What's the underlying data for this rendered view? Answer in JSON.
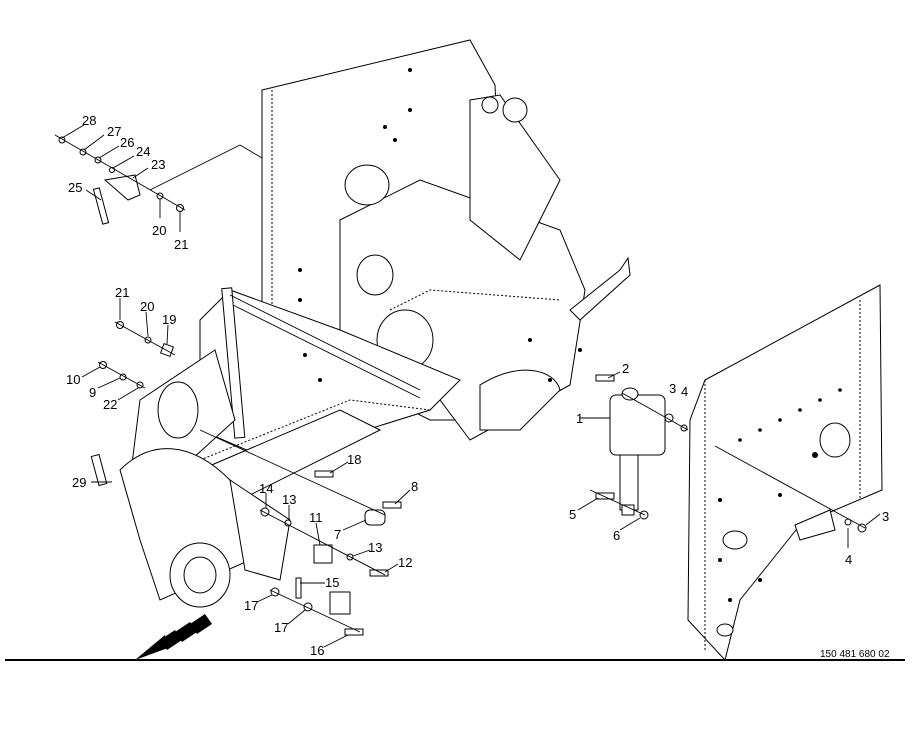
{
  "diagram": {
    "drawing_number": "150 481 680 02",
    "callouts": [
      "28",
      "27",
      "26",
      "24",
      "23",
      "25",
      "20",
      "21",
      "21",
      "20",
      "19",
      "10",
      "9",
      "22",
      "29",
      "18",
      "8",
      "14",
      "13",
      "11",
      "7",
      "13",
      "12",
      "15",
      "17",
      "17",
      "16",
      "2",
      "3",
      "4",
      "1",
      "5",
      "6",
      "3",
      "4"
    ]
  }
}
